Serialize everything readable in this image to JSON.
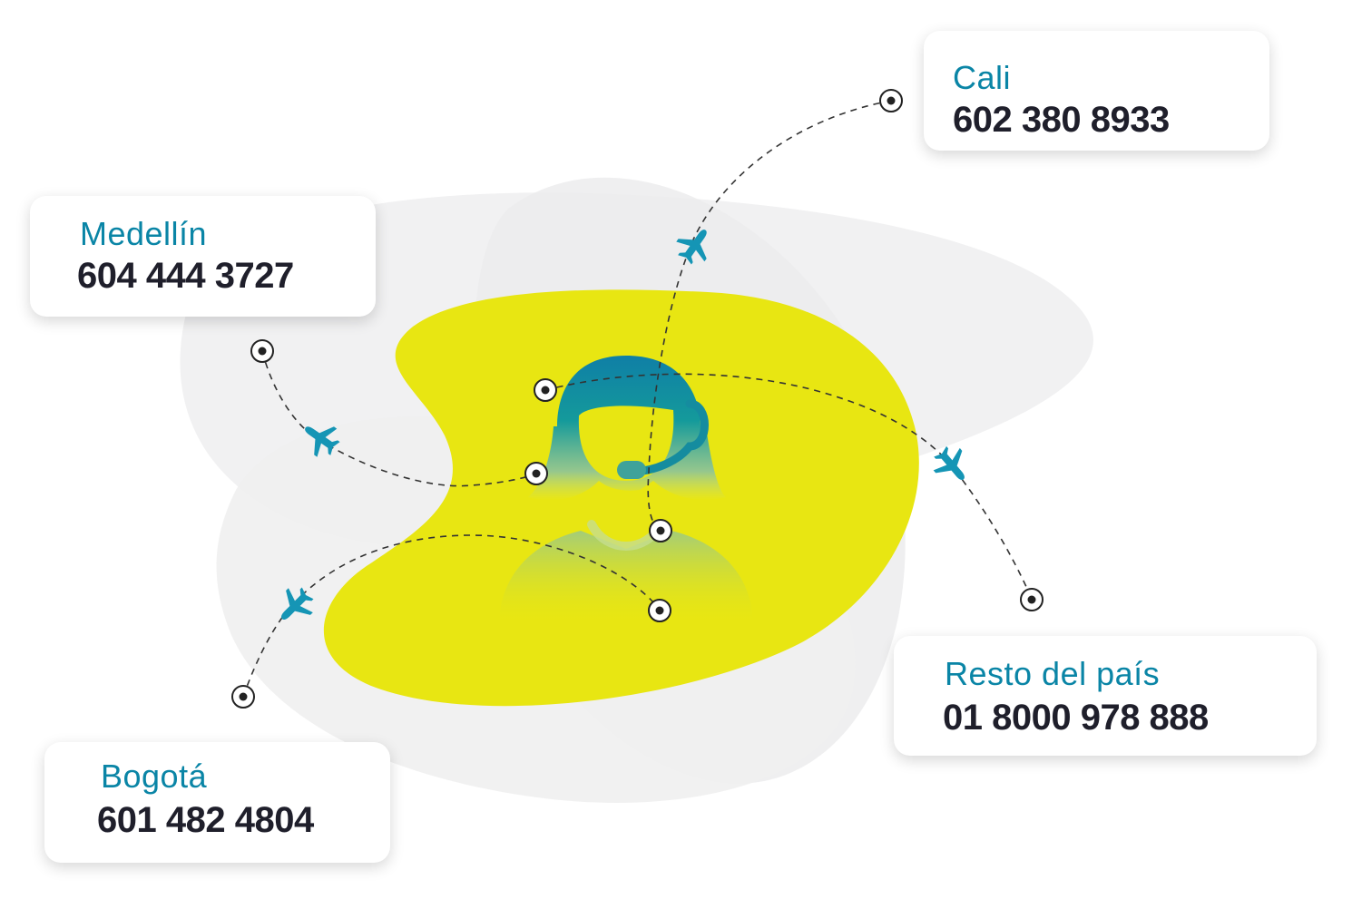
{
  "theme": {
    "accent": "#0a85a6",
    "text": "#1f1f2b",
    "blob": "#e8e612",
    "plane": "#1595b5",
    "head_top": "#0f7fa6",
    "head_mid": "#149a9b",
    "head_bottom": "#8cc39b"
  },
  "lines": [
    {
      "city": "Cali",
      "phone": "602 380 8933"
    },
    {
      "city": "Medellín",
      "phone": "604 444 3727"
    },
    {
      "city": "Bogotá",
      "phone": "601 482 4804"
    },
    {
      "city": "Resto del país",
      "phone": "01 8000 978 888"
    }
  ],
  "icons": {
    "center": "customer-service-agent-icon",
    "plane": "airplane-icon",
    "pin": "location-dot-icon"
  }
}
